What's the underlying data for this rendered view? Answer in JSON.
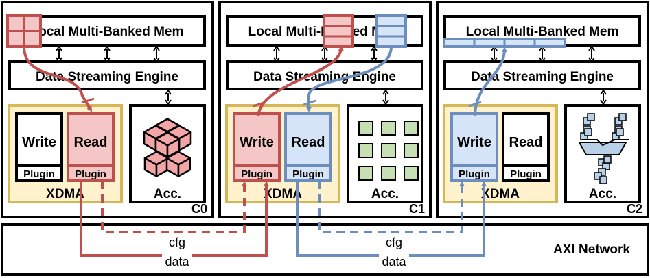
{
  "colors": {
    "red": "#c0504d",
    "red_fill": "#f4c7c6",
    "blue": "#6c8ebf",
    "blue_fill": "#d6e4f7",
    "xdma_border": "#d6b656",
    "xdma_fill": "#fff2cc",
    "green_fill": "#c6e0b4",
    "cube_fill": "#f4a6a6",
    "funnel_fill": "#b8d0e8"
  },
  "clusters": [
    {
      "id": "C0",
      "label": "C0",
      "memory_label": "Local Multi-Banked Mem",
      "engine_label": "Data Streaming Engine",
      "xdma_label": "XDMA",
      "write_label": "Write",
      "read_label": "Read",
      "plugin_label": "Plugin",
      "acc_label": "Acc.",
      "active_side": "read",
      "accent": "red",
      "acc_icon": "cube-stack-icon"
    },
    {
      "id": "C1",
      "label": "C1",
      "memory_label": "Local Multi-Banked Mem",
      "engine_label": "Data Streaming Engine",
      "xdma_label": "XDMA",
      "write_label": "Write",
      "read_label": "Read",
      "plugin_label": "Plugin",
      "acc_label": "Acc.",
      "active_side": "both",
      "accent": "red-blue",
      "acc_icon": "grid-array-icon"
    },
    {
      "id": "C2",
      "label": "C2",
      "memory_label": "Local Multi-Banked Mem",
      "engine_label": "Data Streaming Engine",
      "xdma_label": "XDMA",
      "write_label": "Write",
      "read_label": "Read",
      "plugin_label": "Plugin",
      "acc_label": "Acc.",
      "active_side": "write",
      "accent": "blue",
      "acc_icon": "funnel-reduce-icon"
    }
  ],
  "network": {
    "label": "AXI Network",
    "links": [
      {
        "from": "C0",
        "to": "C1",
        "cfg_label": "cfg",
        "data_label": "data",
        "color": "red"
      },
      {
        "from": "C1",
        "to": "C2",
        "cfg_label": "cfg",
        "data_label": "data",
        "color": "blue"
      }
    ]
  }
}
